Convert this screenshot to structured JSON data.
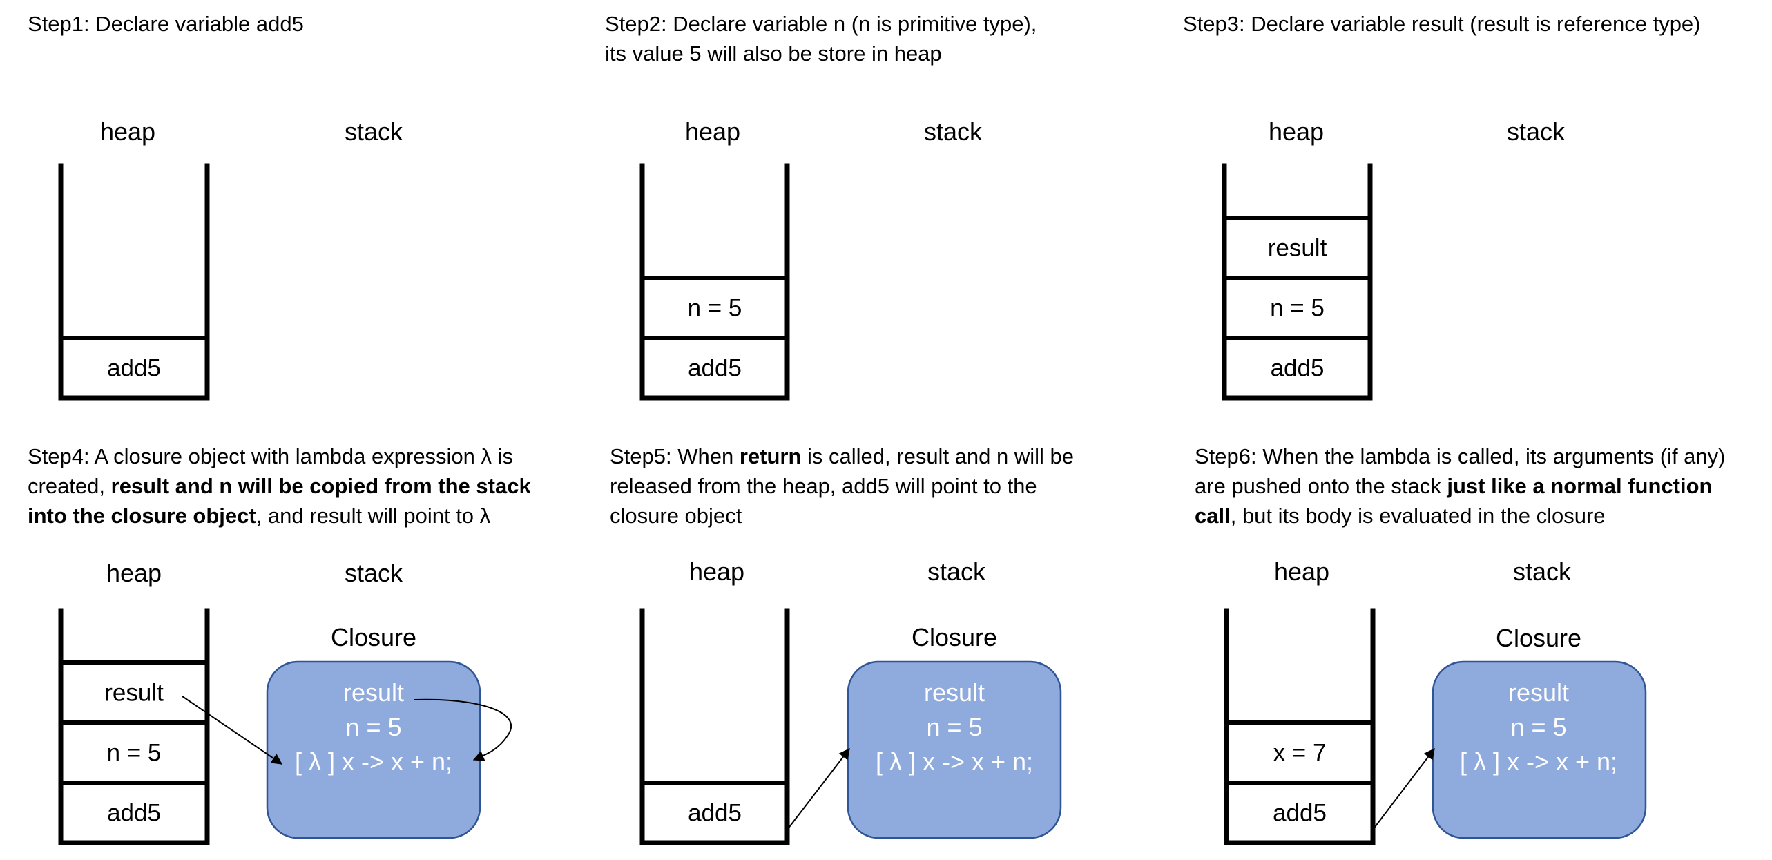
{
  "colors": {
    "closure_fill": "#8faadc",
    "closure_border": "#2f5597",
    "closure_text": "#ffffff",
    "ink": "#000000",
    "background": "#ffffff"
  },
  "panels": [
    {
      "id": "step1",
      "caption": [
        [
          {
            "text": "Step1: Declare variable add5",
            "bold": false
          }
        ]
      ],
      "heap_label": "heap",
      "stack_label": "stack",
      "slots": [
        "add5"
      ],
      "closure": null
    },
    {
      "id": "step2",
      "caption": [
        [
          {
            "text": "Step2: Declare variable n (n is primitive type),",
            "bold": false
          }
        ],
        [
          {
            "text": "its value 5 will also be store in heap",
            "bold": false
          }
        ]
      ],
      "heap_label": "heap",
      "stack_label": "stack",
      "slots": [
        "add5",
        "n = 5"
      ],
      "closure": null
    },
    {
      "id": "step3",
      "caption": [
        [
          {
            "text": "Step3: Declare variable result (result is reference type)",
            "bold": false
          }
        ]
      ],
      "heap_label": "heap",
      "stack_label": "stack",
      "slots": [
        "add5",
        "n = 5",
        "result"
      ],
      "closure": null
    },
    {
      "id": "step4",
      "caption": [
        [
          {
            "text": "Step4: A closure object with lambda expression λ is",
            "bold": false
          }
        ],
        [
          {
            "text": "created, ",
            "bold": false
          },
          {
            "text": "result and n will be copied from the stack",
            "bold": true
          }
        ],
        [
          {
            "text": "into the closure object",
            "bold": true
          },
          {
            "text": ", and result will point to λ",
            "bold": false
          }
        ]
      ],
      "heap_label": "heap",
      "stack_label": "stack",
      "slots": [
        "add5",
        "n = 5",
        "result"
      ],
      "closure": {
        "title": "Closure",
        "lines": [
          "result",
          "n = 5",
          "[ λ ] x -> x + n;"
        ]
      }
    },
    {
      "id": "step5",
      "caption": [
        [
          {
            "text": "Step5: When ",
            "bold": false
          },
          {
            "text": "return",
            "bold": true
          },
          {
            "text": " is called, result and n will be",
            "bold": false
          }
        ],
        [
          {
            "text": "released from the heap, add5 will point to the",
            "bold": false
          }
        ],
        [
          {
            "text": "closure object",
            "bold": false
          }
        ]
      ],
      "heap_label": "heap",
      "stack_label": "stack",
      "slots": [
        "add5"
      ],
      "closure": {
        "title": "Closure",
        "lines": [
          "result",
          "n = 5",
          "[ λ ] x -> x + n;"
        ]
      }
    },
    {
      "id": "step6",
      "caption": [
        [
          {
            "text": "Step6: When the lambda is called, its arguments (if any)",
            "bold": false
          }
        ],
        [
          {
            "text": "are pushed onto the stack ",
            "bold": false
          },
          {
            "text": "just like a normal function",
            "bold": true
          }
        ],
        [
          {
            "text": "call",
            "bold": true
          },
          {
            "text": ", but its body is evaluated in the closure",
            "bold": false
          }
        ]
      ],
      "heap_label": "heap",
      "stack_label": "stack",
      "slots": [
        "add5",
        "x = 7"
      ],
      "closure": {
        "title": "Closure",
        "lines": [
          "result",
          "n = 5",
          "[ λ ] x -> x + n;"
        ]
      }
    }
  ]
}
